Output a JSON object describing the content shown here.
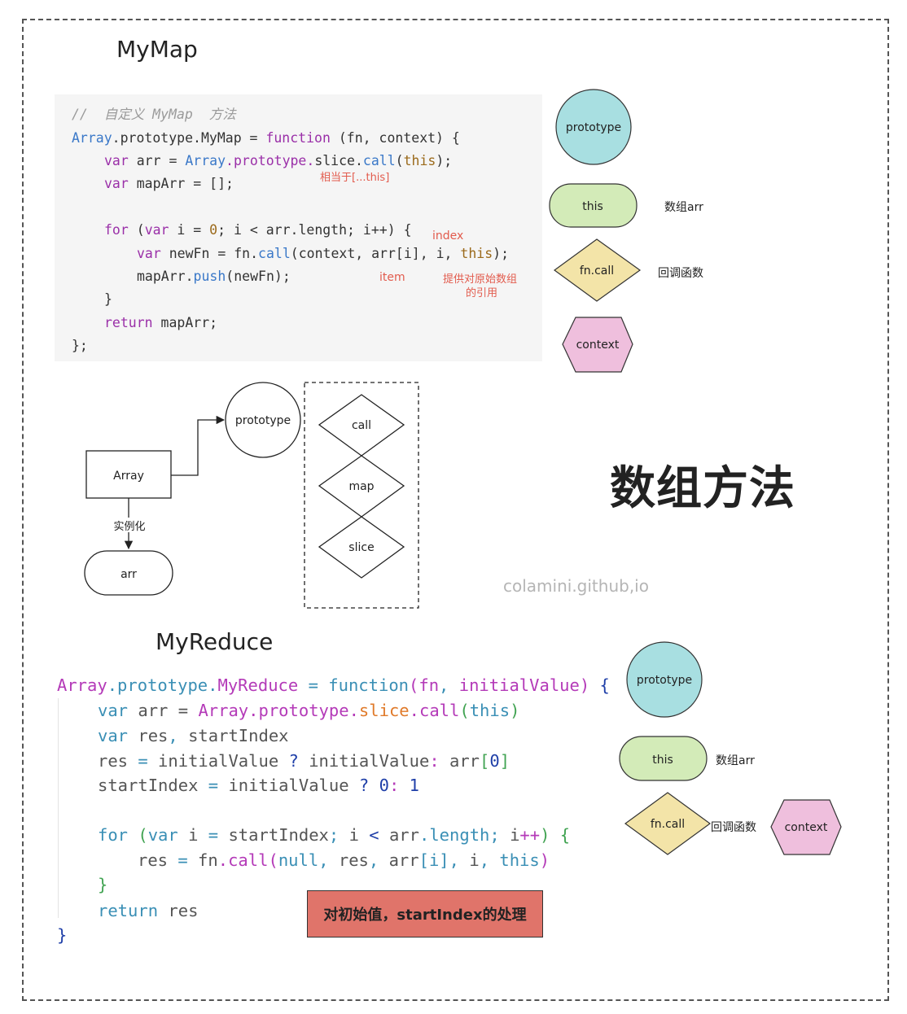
{
  "titles": {
    "mymap": "MyMap",
    "myreduce": "MyReduce",
    "big": "数组方法",
    "watermark": "colamini.github,io"
  },
  "mymap_code": {
    "comment": "//  自定义 MyMap  方法",
    "l1": {
      "a": "Array",
      "b": ".prototype.",
      "c": "MyMap",
      "d": " = ",
      "e": "function",
      "f": " (fn, context) {"
    },
    "l2": {
      "a": "var",
      "b": " arr = ",
      "c": "Array",
      "d": ".prototype.",
      "e": "slice.",
      "f": "call",
      "g": "(",
      "h": "this",
      "i": ");"
    },
    "l3": {
      "a": "var",
      "b": " mapArr = [];"
    },
    "l4": {
      "a": "for",
      "b": " (",
      "c": "var",
      "d": " i = ",
      "e": "0",
      "f": "; i < arr.length; i++) {"
    },
    "l5": {
      "a": "var",
      "b": " newFn = fn.",
      "c": "call",
      "d": "(context, arr[i], i, ",
      "e": "this",
      "f": ");"
    },
    "l6": {
      "a": "mapArr.",
      "b": "push",
      "c": "(newFn);"
    },
    "l7": "}",
    "l8": {
      "a": "return",
      "b": " mapArr;"
    },
    "l9": "};"
  },
  "mymap_notes": {
    "spread": "相当于[...this]",
    "index": "index",
    "item": "item",
    "ref_line1": "提供对原始数组",
    "ref_line2": "的引用"
  },
  "legend_top": {
    "prototype": "prototype",
    "this": "this",
    "this_desc": "数组arr",
    "fncall": "fn.call",
    "fncall_desc": "回调函数",
    "context": "context"
  },
  "middle_diagram": {
    "array": "Array",
    "prototype": "prototype",
    "instantiate": "实例化",
    "arr": "arr",
    "call": "call",
    "map": "map",
    "slice": "slice"
  },
  "myreduce_code": {
    "l1": {
      "a": "Array",
      "b": ".prototype.",
      "c": "MyReduce",
      "d": " = ",
      "e": "function",
      "f": "(",
      "g": "fn",
      "h": ", ",
      "i": "initialValue",
      "j": ") ",
      "k": "{"
    },
    "l2": {
      "a": "var",
      "b": " arr = ",
      "c": "Array",
      "d": ".prototype.",
      "e": "slice",
      "f": ".call",
      "g": "(",
      "h": "this",
      "i": ")"
    },
    "l3": {
      "a": "var",
      "b": " res",
      "c": ",",
      "d": " startIndex"
    },
    "l4": {
      "a": "res ",
      "b": "=",
      "c": " initialValue ",
      "d": "?",
      "e": " initialValue",
      "f": ":",
      "g": " arr",
      "h": "[",
      "i": "0",
      "j": "]"
    },
    "l5": {
      "a": "startIndex ",
      "b": "=",
      "c": " initialValue ",
      "d": "?",
      "e": " 0",
      "f": ":",
      "g": " 1"
    },
    "l6": {
      "a": "for",
      "b": " (",
      "c": "var",
      "d": " i ",
      "e": "=",
      "f": " startIndex",
      "g": ";",
      "h": " i ",
      "i": "<",
      "j": " arr",
      "k": ".length",
      "l": ";",
      "m": " i",
      "n": "++",
      "o": ") ",
      "p": "{"
    },
    "l7": {
      "a": "res ",
      "b": "=",
      "c": " fn",
      "d": ".call",
      "e": "(",
      "f": "null",
      "g": ",",
      "h": " res",
      "i": ",",
      "j": " arr",
      "k": "[i]",
      "l": ",",
      "m": " i",
      "n": ",",
      "o": " this",
      "p": ")"
    },
    "l8": "}",
    "l9": {
      "a": "return",
      "b": " res"
    },
    "l10": "}"
  },
  "myreduce_note": "对初始值，startIndex的处理",
  "legend_bottom": {
    "prototype": "prototype",
    "this": "this",
    "this_desc": "数组arr",
    "fncall": "fn.call",
    "fncall_desc": "回调函数",
    "context": "context"
  },
  "colors": {
    "prototype_fill": "#a8dfe1",
    "this_fill": "#d3ebb8",
    "fncall_fill": "#f3e4a8",
    "context_fill": "#efbfdd",
    "note_red": "#e25b4d",
    "red_box": "#e0746a"
  }
}
